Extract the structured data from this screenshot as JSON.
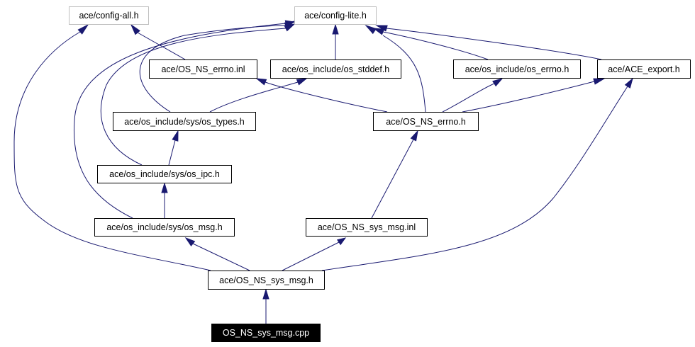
{
  "diagram": {
    "type": "include-dependency-graph",
    "edge_color": "#191970",
    "nodes": [
      {
        "id": "config_all",
        "label": "ace/config-all.h",
        "style": "external"
      },
      {
        "id": "config_lite",
        "label": "ace/config-lite.h",
        "style": "external"
      },
      {
        "id": "os_ns_errno_inl",
        "label": "ace/OS_NS_errno.inl",
        "style": "normal"
      },
      {
        "id": "os_stddef",
        "label": "ace/os_include/os_stddef.h",
        "style": "normal"
      },
      {
        "id": "os_errno",
        "label": "ace/os_include/os_errno.h",
        "style": "normal"
      },
      {
        "id": "ace_export",
        "label": "ace/ACE_export.h",
        "style": "normal"
      },
      {
        "id": "os_types",
        "label": "ace/os_include/sys/os_types.h",
        "style": "normal"
      },
      {
        "id": "os_ns_errno_h",
        "label": "ace/OS_NS_errno.h",
        "style": "normal"
      },
      {
        "id": "os_ipc",
        "label": "ace/os_include/sys/os_ipc.h",
        "style": "normal"
      },
      {
        "id": "os_msg",
        "label": "ace/os_include/sys/os_msg.h",
        "style": "normal"
      },
      {
        "id": "os_ns_sys_msg_inl",
        "label": "ace/OS_NS_sys_msg.inl",
        "style": "normal"
      },
      {
        "id": "os_ns_sys_msg_h",
        "label": "ace/OS_NS_sys_msg.h",
        "style": "normal"
      },
      {
        "id": "os_ns_sys_msg_cpp",
        "label": "OS_NS_sys_msg.cpp",
        "style": "root"
      }
    ],
    "edges": [
      {
        "from": "os_ns_errno_inl",
        "to": "config_all"
      },
      {
        "from": "os_stddef",
        "to": "config_lite"
      },
      {
        "from": "os_errno",
        "to": "config_lite"
      },
      {
        "from": "ace_export",
        "to": "config_lite"
      },
      {
        "from": "os_ns_errno_h",
        "to": "config_lite"
      },
      {
        "from": "os_types",
        "to": "config_lite"
      },
      {
        "from": "os_ipc",
        "to": "config_lite"
      },
      {
        "from": "os_msg",
        "to": "config_lite"
      },
      {
        "from": "os_types",
        "to": "os_stddef"
      },
      {
        "from": "os_ns_errno_h",
        "to": "os_ns_errno_inl"
      },
      {
        "from": "os_ns_errno_h",
        "to": "os_errno"
      },
      {
        "from": "os_ns_errno_h",
        "to": "ace_export"
      },
      {
        "from": "os_ipc",
        "to": "os_types"
      },
      {
        "from": "os_msg",
        "to": "os_ipc"
      },
      {
        "from": "os_ns_sys_msg_inl",
        "to": "os_ns_errno_h"
      },
      {
        "from": "os_ns_sys_msg_h",
        "to": "config_all"
      },
      {
        "from": "os_ns_sys_msg_h",
        "to": "os_msg"
      },
      {
        "from": "os_ns_sys_msg_h",
        "to": "os_ns_sys_msg_inl"
      },
      {
        "from": "os_ns_sys_msg_h",
        "to": "ace_export"
      },
      {
        "from": "os_ns_sys_msg_cpp",
        "to": "os_ns_sys_msg_h"
      }
    ]
  }
}
